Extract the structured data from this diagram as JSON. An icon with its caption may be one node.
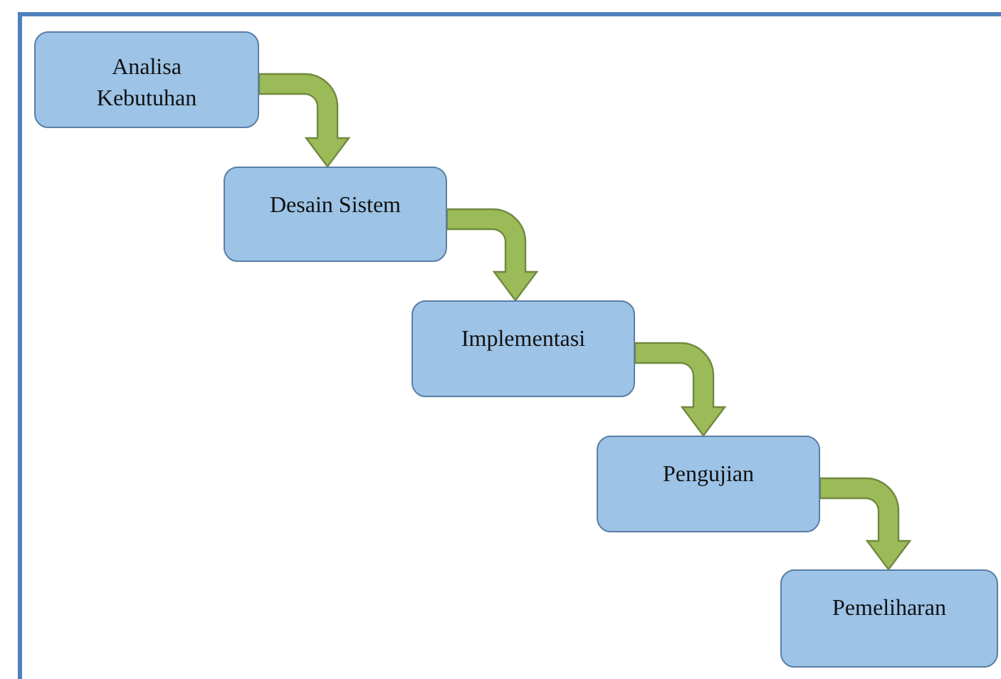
{
  "diagram": {
    "nodes": [
      {
        "text": [
          "Analisa Kebutuhan"
        ]
      },
      {
        "text": [
          "Desain Sistem"
        ]
      },
      {
        "text": [
          "Implementasi"
        ]
      },
      {
        "text": [
          "Pengujian"
        ]
      },
      {
        "text": [
          "Pemeliharan"
        ]
      }
    ],
    "edges": [
      {
        "from": 0,
        "to": 1,
        "arrow": "to"
      },
      {
        "from": 1,
        "to": 2,
        "arrow": "to"
      },
      {
        "from": 2,
        "to": 3,
        "arrow": "to"
      },
      {
        "from": 3,
        "to": 4,
        "arrow": "to"
      }
    ]
  }
}
